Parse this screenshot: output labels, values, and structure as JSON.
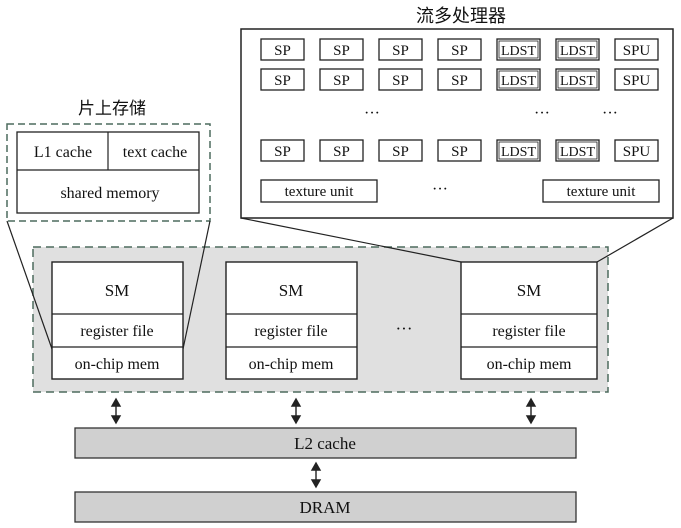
{
  "onchip": {
    "title": "片上存储",
    "l1_cache": "L1 cache",
    "text_cache": "text cache",
    "shared_memory": "shared memory"
  },
  "streaming_multiprocessor": {
    "title": "流多处理器",
    "rows": [
      [
        "SP",
        "SP",
        "SP",
        "SP",
        "LDST",
        "LDST",
        "SPU"
      ],
      [
        "SP",
        "SP",
        "SP",
        "SP",
        "LDST",
        "LDST",
        "SPU"
      ],
      [
        "SP",
        "SP",
        "SP",
        "SP",
        "LDST",
        "LDST",
        "SPU"
      ]
    ],
    "ellipsis": "···",
    "texture_unit_left": "texture unit",
    "texture_unit_right": "texture unit"
  },
  "sms": [
    {
      "label": "SM",
      "register_file": "register file",
      "onchip_mem": "on-chip mem"
    },
    {
      "label": "SM",
      "register_file": "register file",
      "onchip_mem": "on-chip mem"
    },
    {
      "label": "SM",
      "register_file": "register file",
      "onchip_mem": "on-chip mem"
    }
  ],
  "sm_ellipsis": "···",
  "l2_cache": "L2 cache",
  "dram": "DRAM",
  "colors": {
    "gray_fill": "#e0e0e0",
    "bar_fill": "#d0d0d0",
    "dash_stroke": "#4d6b5e",
    "line": "#222222"
  }
}
